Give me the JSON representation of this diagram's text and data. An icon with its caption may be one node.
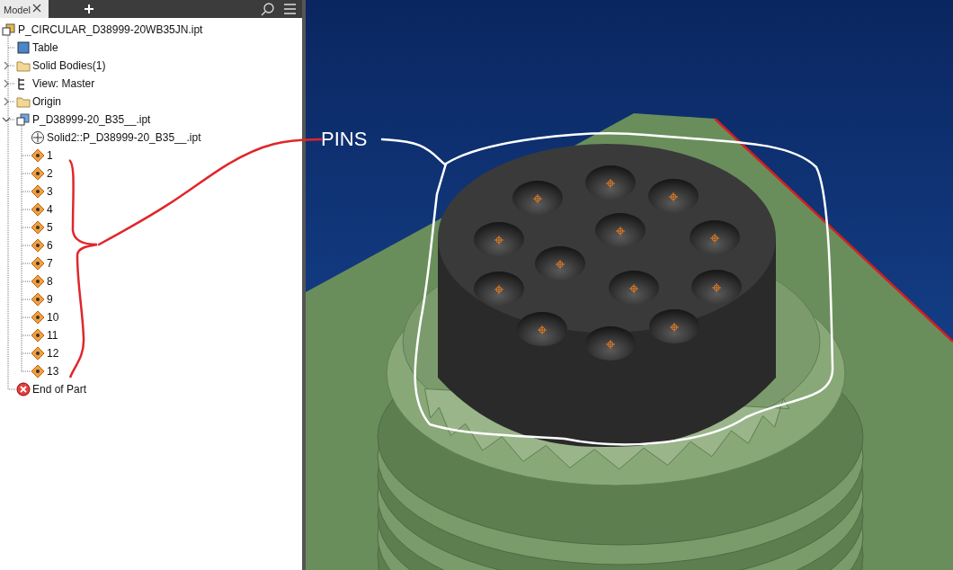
{
  "diagram": {
    "nodes": [
      {
        "text": [
          "PINS"
        ]
      },
      {
        "text": [],
        "shape": "cloud"
      },
      {
        "text": [],
        "shape": "bracket"
      }
    ],
    "edges": [
      {
        "from": 2,
        "to": 0,
        "arrow": "none",
        "color": "#e0262b"
      },
      {
        "from": 0,
        "to": 1,
        "arrow": "none",
        "color": "#ffffff"
      }
    ],
    "labels": [
      "Model",
      "P_CIRCULAR_D38999-20WB35JN.ipt",
      "Table",
      "Solid Bodies(1)",
      "View: Master",
      "Origin",
      "P_D38999-20_B35__.ipt",
      "Solid2::P_D38999-20_B35__.ipt",
      "1",
      "2",
      "3",
      "4",
      "5",
      "6",
      "7",
      "8",
      "9",
      "10",
      "11",
      "12",
      "13",
      "End of Part"
    ]
  }
}
